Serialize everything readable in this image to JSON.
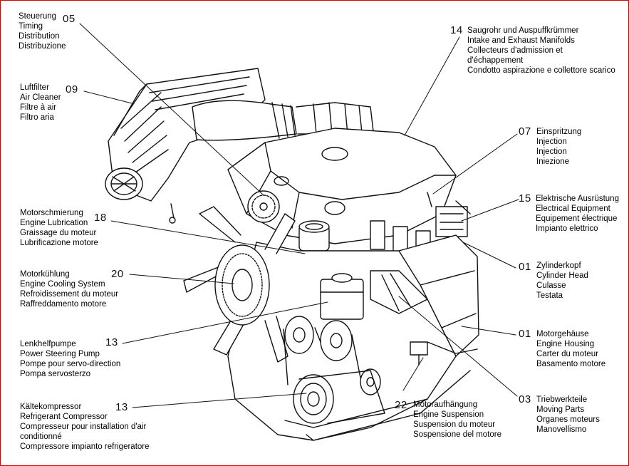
{
  "callouts": [
    {
      "id": "05",
      "number": "05",
      "lines": [
        "Steuerung",
        "Timing",
        "Distribution",
        "Distribuzione"
      ]
    },
    {
      "id": "09",
      "number": "09",
      "lines": [
        "Luftfilter",
        "Air Cleaner",
        "Filtre à air",
        "Filtro aria"
      ]
    },
    {
      "id": "18",
      "number": "18",
      "lines": [
        "Motorschmierung",
        "Engine Lubrication",
        "Graissage du moteur",
        "Lubrificazione motore"
      ]
    },
    {
      "id": "20",
      "number": "20",
      "lines": [
        "Motorkühlung",
        "Engine Cooling System",
        "Refroidissement du moteur",
        "Raffreddamento motore"
      ]
    },
    {
      "id": "13a",
      "number": "13",
      "lines": [
        "Lenkhelfpumpe",
        "Power Steering Pump",
        "Pompe pour servo-direction",
        "Pompa servosterzo"
      ]
    },
    {
      "id": "13b",
      "number": "13",
      "lines": [
        "Kältekompressor",
        "Refrigerant Compressor",
        "Compresseur pour installation d'air",
        "conditionné",
        "Compressore impianto refrigeratore"
      ]
    },
    {
      "id": "14",
      "number": "14",
      "lines": [
        "Saugrohr und Auspuffkrümmer",
        "Intake and Exhaust Manifolds",
        "Collecteurs d'admission et",
        "d'échappement",
        "Condotto aspirazione e collettore scarico"
      ]
    },
    {
      "id": "07",
      "number": "07",
      "lines": [
        "Einspritzung",
        "Injection",
        "Injection",
        "Iniezione"
      ]
    },
    {
      "id": "15",
      "number": "15",
      "lines": [
        "Elektrische Ausrüstung",
        "Electrical Equipment",
        "Equipement électrique",
        "Impianto elettrico"
      ]
    },
    {
      "id": "01a",
      "number": "01",
      "lines": [
        "Zylinderkopf",
        "Cylinder Head",
        "Culasse",
        "Testata"
      ]
    },
    {
      "id": "01b",
      "number": "01",
      "lines": [
        "Motorgehäuse",
        "Engine Housing",
        "Carter du moteur",
        "Basamento motore"
      ]
    },
    {
      "id": "22",
      "number": "22",
      "lines": [
        "Motoraufhängung",
        "Engine Suspension",
        "Suspension du moteur",
        "Sospensione del motore"
      ]
    },
    {
      "id": "03",
      "number": "03",
      "lines": [
        "Triebwerkteile",
        "Moving Parts",
        "Organes moteurs",
        "Manovellismo"
      ]
    }
  ]
}
